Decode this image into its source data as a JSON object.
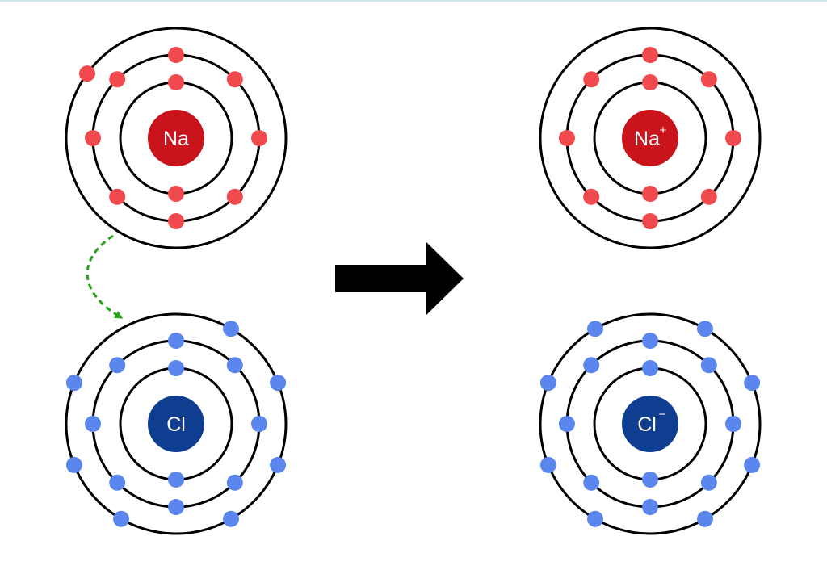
{
  "colors": {
    "shell": "#000000",
    "sodium_nucleus": "#c8141a",
    "sodium_electron": "#f0494e",
    "chlorine_nucleus": "#0f3d8f",
    "chlorine_electron": "#5b86ee",
    "transfer_arrow": "#27a31a",
    "reaction_arrow": "#000000"
  },
  "atoms": [
    {
      "id": "na-atom",
      "symbol": "Na",
      "charge": "",
      "shells": [
        2,
        8,
        1
      ]
    },
    {
      "id": "cl-atom",
      "symbol": "Cl",
      "charge": "",
      "shells": [
        2,
        8,
        7
      ]
    },
    {
      "id": "na-ion",
      "symbol": "Na",
      "charge": "+",
      "shells": [
        2,
        8
      ]
    },
    {
      "id": "cl-ion",
      "symbol": "Cl",
      "charge": "−",
      "shells": [
        2,
        8,
        8
      ]
    }
  ]
}
